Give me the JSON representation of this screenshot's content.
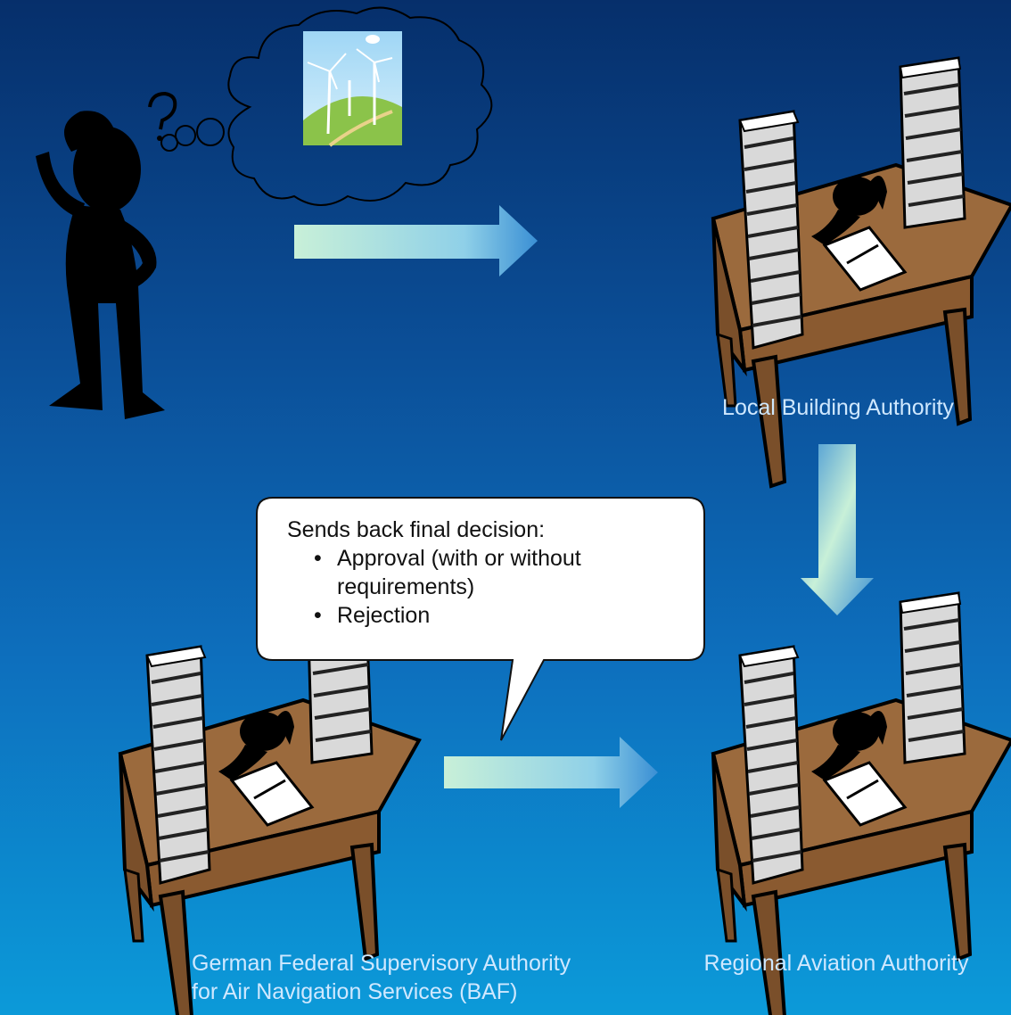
{
  "labels": {
    "local": "Local Building Authority",
    "regional": "Regional Aviation Authority",
    "federal_line1": "German Federal Supervisory Authority",
    "federal_line2": "for Air Navigation Services (BAF)"
  },
  "callout": {
    "heading": "Sends back final decision:",
    "bullets": [
      "Approval (with or without requirements)",
      "Rejection"
    ],
    "bullet_lines": [
      "Approval (with or without",
      "requirements)"
    ]
  },
  "colors": {
    "bg_top": "#062f6b",
    "bg_bottom": "#0c9ad9",
    "label_text": "#cfe8ff",
    "desk": "#9b6a3d",
    "arrow_light": "#c8f0d8",
    "arrow_dark": "#3a8fd4"
  },
  "icons": [
    "person-thinking-icon",
    "wind-turbine-thought-icon",
    "desk-with-papers-icon",
    "arrow-icon"
  ]
}
